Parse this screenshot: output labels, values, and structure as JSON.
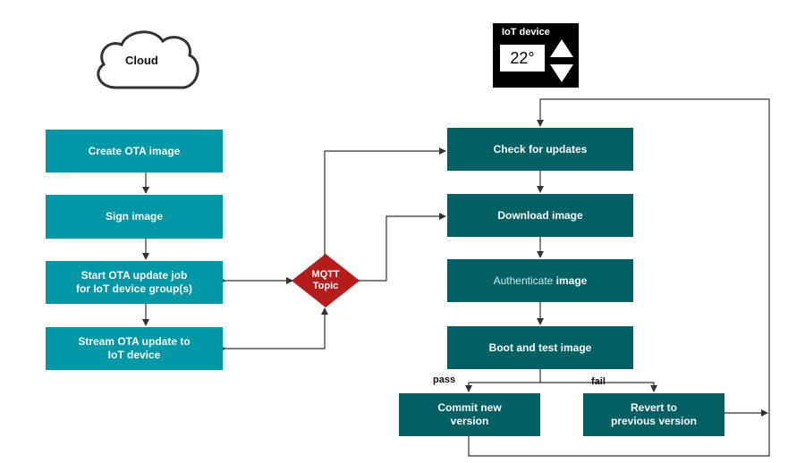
{
  "cloud": {
    "label": "Cloud"
  },
  "iot_device": {
    "title": "IoT device",
    "temperature": "22°"
  },
  "cloud_steps": [
    "Create OTA image",
    "Sign image",
    "Start OTA update job\nfor IoT device group(s)",
    "Stream OTA update to\nIoT device"
  ],
  "hub": {
    "label": "MQTT\nTopic",
    "color": "#b71c1c"
  },
  "device_steps": {
    "check": "Check for updates",
    "download": "Download image",
    "authenticate_a": "Authenticate",
    "authenticate_b": " image",
    "boot": "Boot and test image",
    "commit": "Commit new\nversion",
    "revert": "Revert to\nprevious version"
  },
  "branch_labels": {
    "pass": "pass",
    "fail": "fail"
  },
  "colors": {
    "cloud_box": "#0097a7",
    "device_box": "#006064",
    "line": "#333333"
  }
}
